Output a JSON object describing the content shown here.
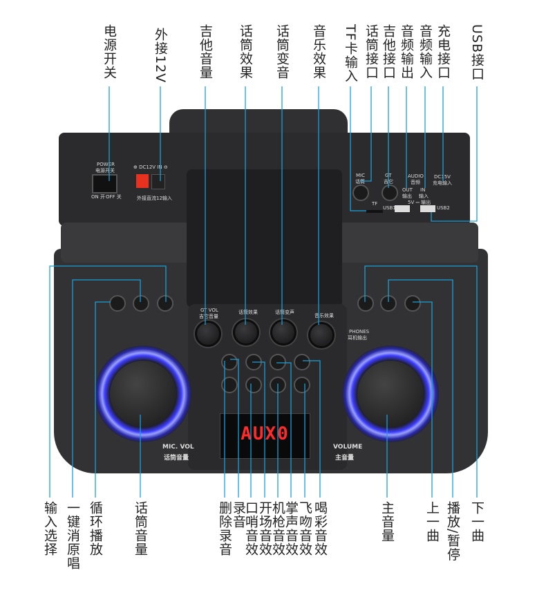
{
  "top_labels": [
    "电源开关",
    "外接12V",
    "吉他音量",
    "话筒效果",
    "话筒变音",
    "音乐效果",
    "TF卡输入",
    "话筒接口",
    "吉他接口",
    "音频输出",
    "音频输入",
    "充电接口",
    "USB接口"
  ],
  "bottom_labels": [
    "输入选择",
    "一键消原唱",
    "循环播放",
    "话筒音量",
    "删除录音",
    "录音",
    "口哨音效",
    "开场音效",
    "机枪音效",
    "掌声音效",
    "飞吻音效",
    "喝彩音效",
    "主音量",
    "上一曲",
    "播放/暂停",
    "下一曲"
  ],
  "panel": {
    "power": "POWER",
    "power_cn": "电源开关",
    "on": "ON 开",
    "off": "OFF 关",
    "dc_in": "⊕ DC12V IN ⊖",
    "dc_in_cn": "外接直流12输入",
    "mic": "MIC",
    "mic_cn": "话筒",
    "gt": "GT",
    "gt_cn": "吉它",
    "audio": "AUDIO",
    "audio_cn": "音频",
    "out": "OUT",
    "out_cn": "输出",
    "in": "IN",
    "in_cn": "输入",
    "dc5v": "DC15V",
    "dc5v_cn": "充电输入",
    "tf": "TF",
    "usb1": "USB1",
    "usb2": "USB2",
    "fivev": "5V ⎓ 输出",
    "gt_vol": "GT VOL",
    "gt_vol_cn": "吉它音量",
    "mic_effect": "话筒效果",
    "mic_voice": "话筒变声",
    "music_effect": "音乐效果",
    "phones": "PHONES",
    "phones_cn": "耳机输出",
    "display": "AUX0",
    "mic_vol": "MIC. VOL",
    "mic_vol_cn": "话筒音量",
    "volume": "VOLUME",
    "volume_cn": "主音量"
  },
  "colors": {
    "leader": "#1aa0d8",
    "body": "#2b2b2d",
    "display": "#ff2a2a"
  }
}
